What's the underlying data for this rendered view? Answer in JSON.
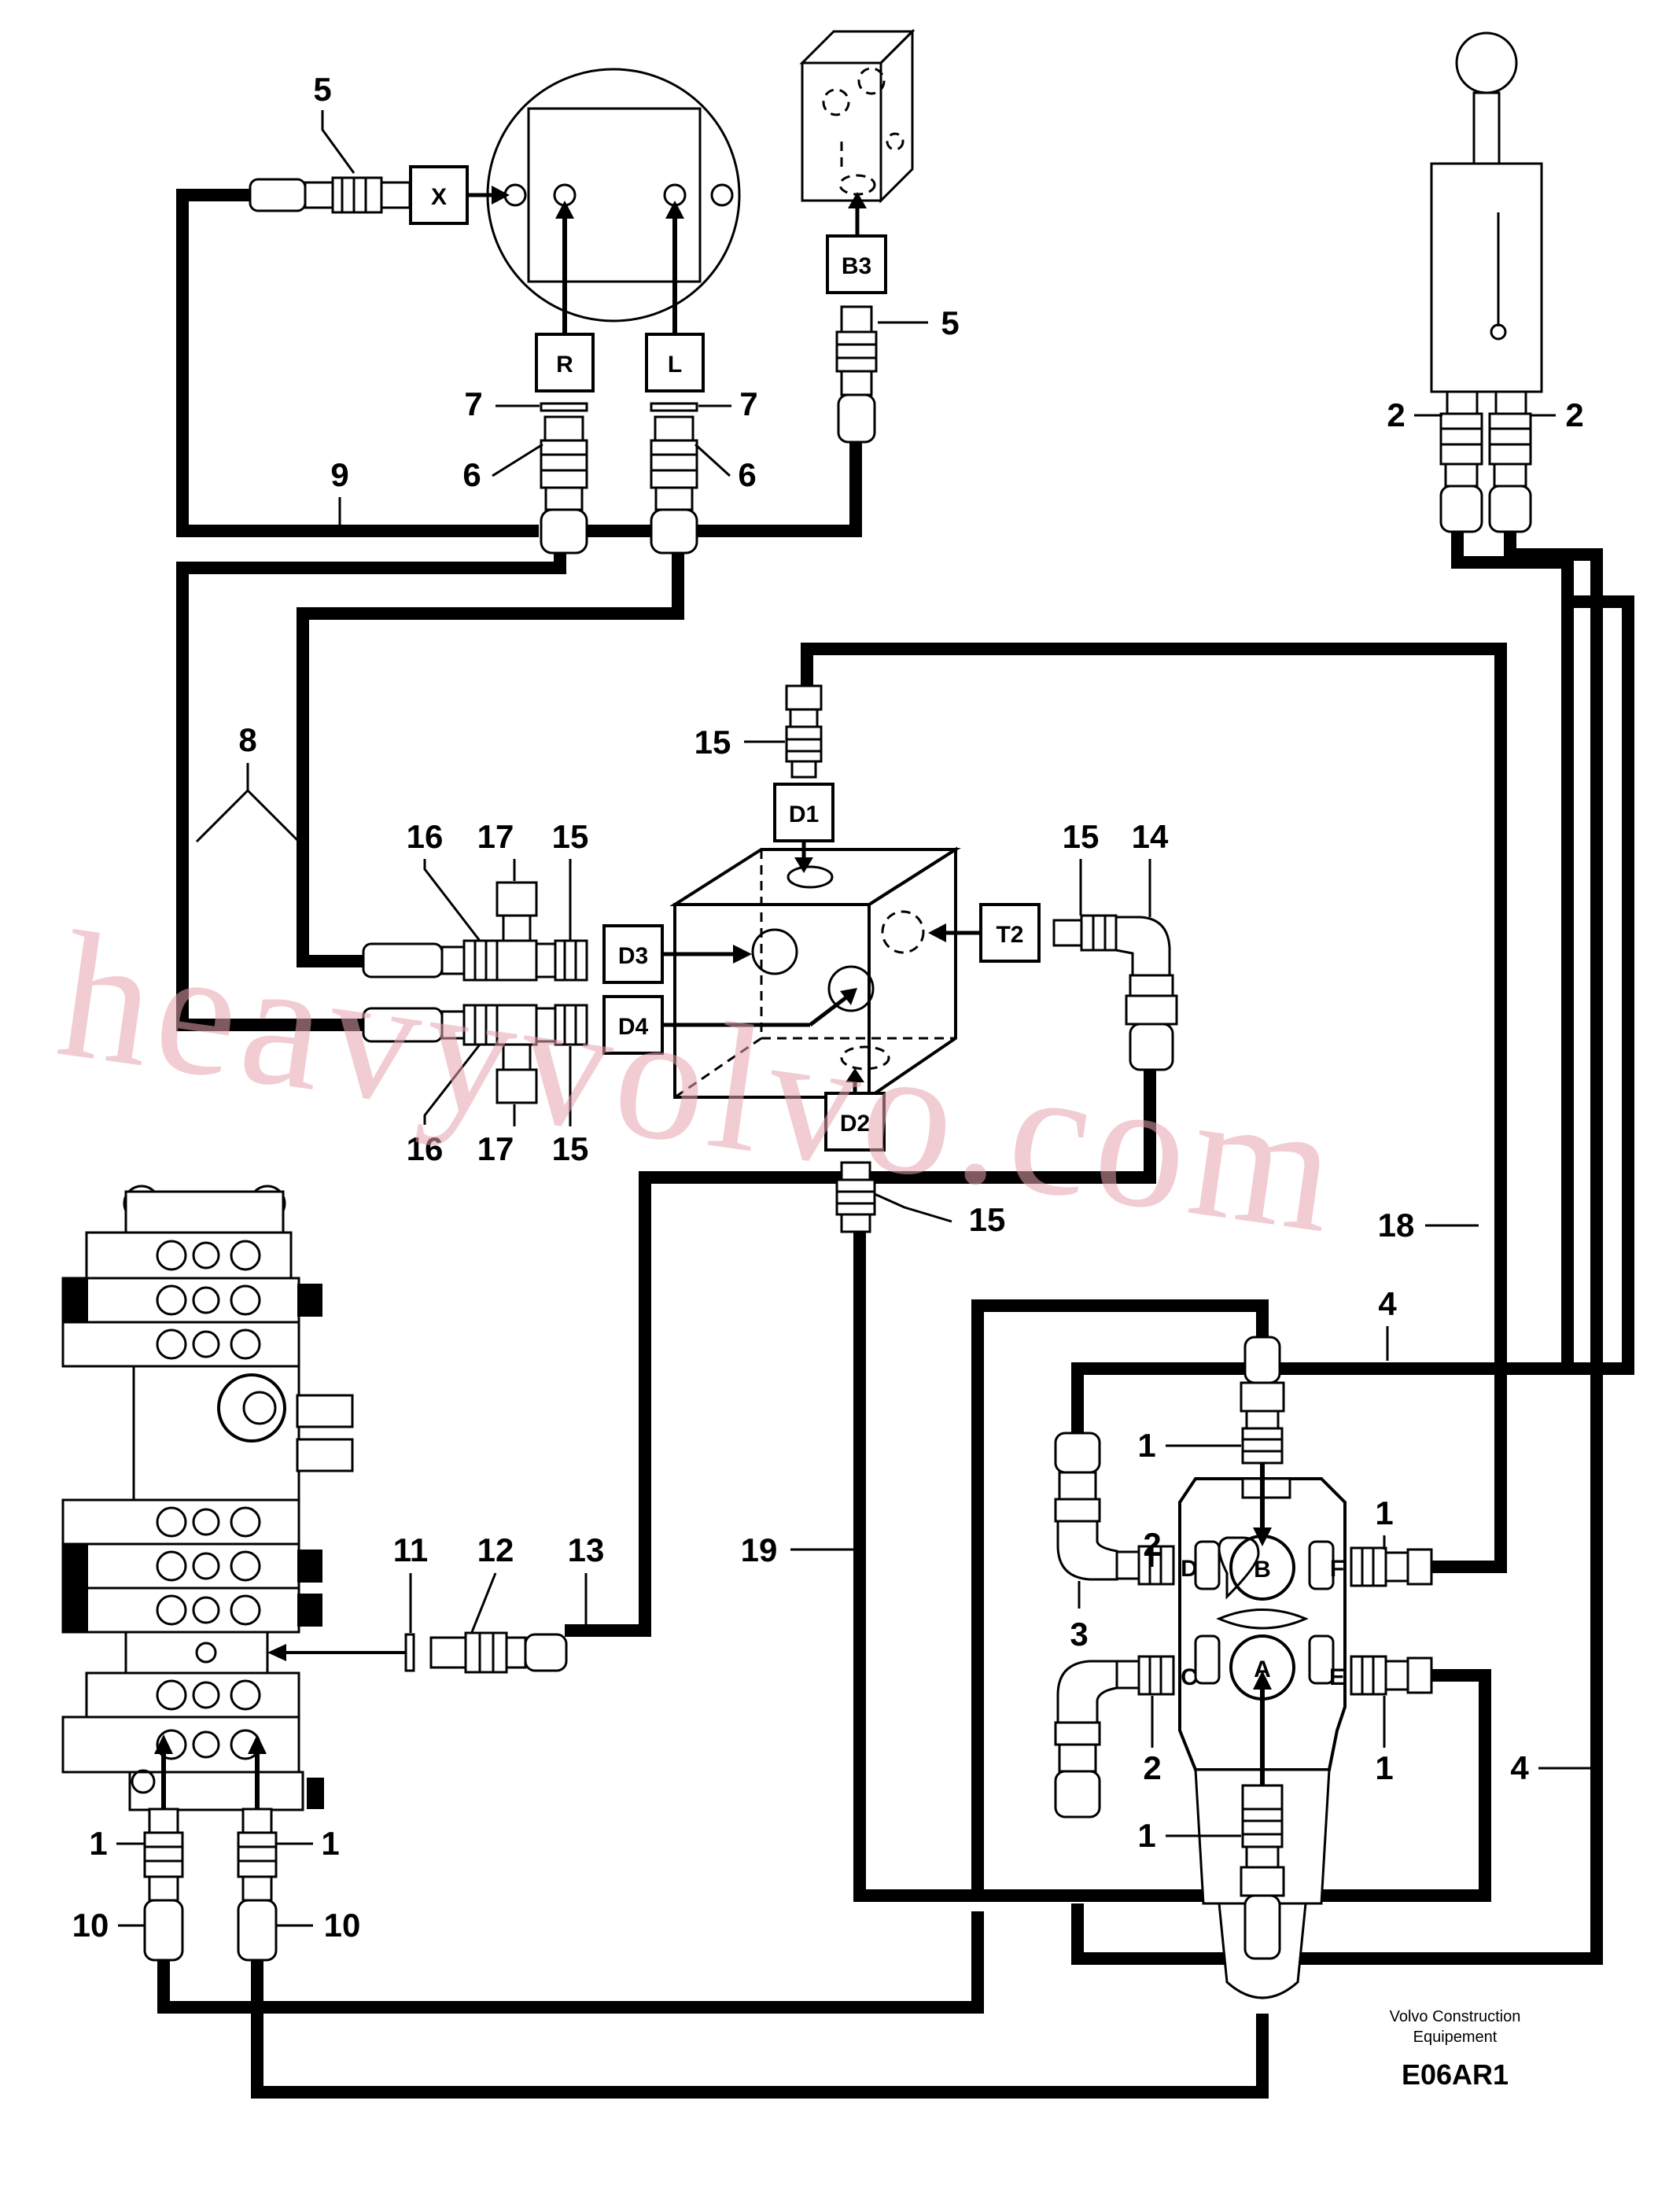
{
  "watermark": "heavyvolvo.com",
  "credit": {
    "line1": "Volvo Construction",
    "line2": "Equipement"
  },
  "figure_code": "E06AR1",
  "port_labels": {
    "X": "X",
    "R": "R",
    "L": "L",
    "B3": "B3",
    "D1": "D1",
    "D2": "D2",
    "D3": "D3",
    "D4": "D4",
    "T2": "T2"
  },
  "valve_ports": {
    "A": "A",
    "B": "B",
    "C": "C",
    "D": "D",
    "E": "E",
    "F": "F"
  },
  "callouts": {
    "n5a": "5",
    "n5b": "5",
    "n7a": "7",
    "n7b": "7",
    "n6a": "6",
    "n6b": "6",
    "n9": "9",
    "n2a": "2",
    "n2b": "2",
    "n8": "8",
    "n15a": "15",
    "n15b": "15",
    "n15c": "15",
    "n15d": "15",
    "n15e": "15",
    "n16a": "16",
    "n16b": "16",
    "n17a": "17",
    "n17b": "17",
    "n14": "14",
    "n18": "18",
    "n4a": "4",
    "n4b": "4",
    "n1a": "1",
    "n1b": "1",
    "n1c": "1",
    "n1d": "1",
    "n1e": "1",
    "n1f": "1",
    "n2c": "2",
    "n2d": "2",
    "n3": "3",
    "n19": "19",
    "n11": "11",
    "n12": "12",
    "n13": "13",
    "n10a": "10",
    "n10b": "10"
  }
}
